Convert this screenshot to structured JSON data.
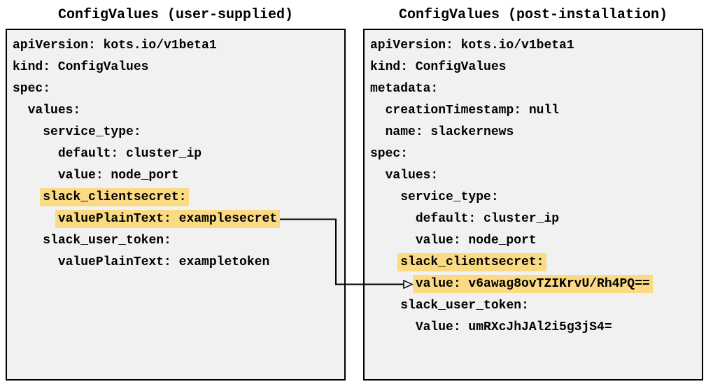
{
  "colors": {
    "highlight": "#FADA82",
    "panel_background": "#F1F1F1",
    "panel_border": "#000000",
    "text": "#000000",
    "arrow": "#000000"
  },
  "left_panel": {
    "title": "ConfigValues (user-supplied)",
    "lines": [
      {
        "indent": "",
        "text": "apiVersion: kots.io/v1beta1",
        "highlighted": false
      },
      {
        "indent": "",
        "text": "kind: ConfigValues",
        "highlighted": false
      },
      {
        "indent": "",
        "text": "spec:",
        "highlighted": false
      },
      {
        "indent": "  ",
        "text": "values:",
        "highlighted": false
      },
      {
        "indent": "    ",
        "text": "service_type:",
        "highlighted": false
      },
      {
        "indent": "      ",
        "text": "default: cluster_ip",
        "highlighted": false
      },
      {
        "indent": "      ",
        "text": "value: node_port",
        "highlighted": false
      },
      {
        "indent": "    ",
        "text": "slack_clientsecret:",
        "highlighted": true
      },
      {
        "indent": "      ",
        "text": "valuePlainText: examplesecret",
        "highlighted": true
      },
      {
        "indent": "    ",
        "text": "slack_user_token:",
        "highlighted": false
      },
      {
        "indent": "      ",
        "text": "valuePlainText: exampletoken",
        "highlighted": false
      }
    ]
  },
  "right_panel": {
    "title": "ConfigValues (post-installation)",
    "lines": [
      {
        "indent": "",
        "text": "apiVersion: kots.io/v1beta1",
        "highlighted": false
      },
      {
        "indent": "",
        "text": "kind: ConfigValues",
        "highlighted": false
      },
      {
        "indent": "",
        "text": "metadata:",
        "highlighted": false
      },
      {
        "indent": "  ",
        "text": "creationTimestamp: null",
        "highlighted": false
      },
      {
        "indent": "  ",
        "text": "name: slackernews",
        "highlighted": false
      },
      {
        "indent": "",
        "text": "spec:",
        "highlighted": false
      },
      {
        "indent": "  ",
        "text": "values:",
        "highlighted": false
      },
      {
        "indent": "    ",
        "text": "service_type:",
        "highlighted": false
      },
      {
        "indent": "      ",
        "text": "default: cluster_ip",
        "highlighted": false
      },
      {
        "indent": "      ",
        "text": "value: node_port",
        "highlighted": false
      },
      {
        "indent": "    ",
        "text": "slack_clientsecret:",
        "highlighted": true
      },
      {
        "indent": "      ",
        "text": "value: v6awag8ovTZIKrvU/Rh4PQ==",
        "highlighted": true
      },
      {
        "indent": "    ",
        "text": "slack_user_token:",
        "highlighted": false
      },
      {
        "indent": "      ",
        "text": "Value: umRXcJhJAl2i5g3jS4=",
        "highlighted": false
      }
    ]
  },
  "connector": {
    "from_text": "valuePlainText: examplesecret",
    "to_text": "value: v6awag8ovTZIKrvU/Rh4PQ=="
  }
}
